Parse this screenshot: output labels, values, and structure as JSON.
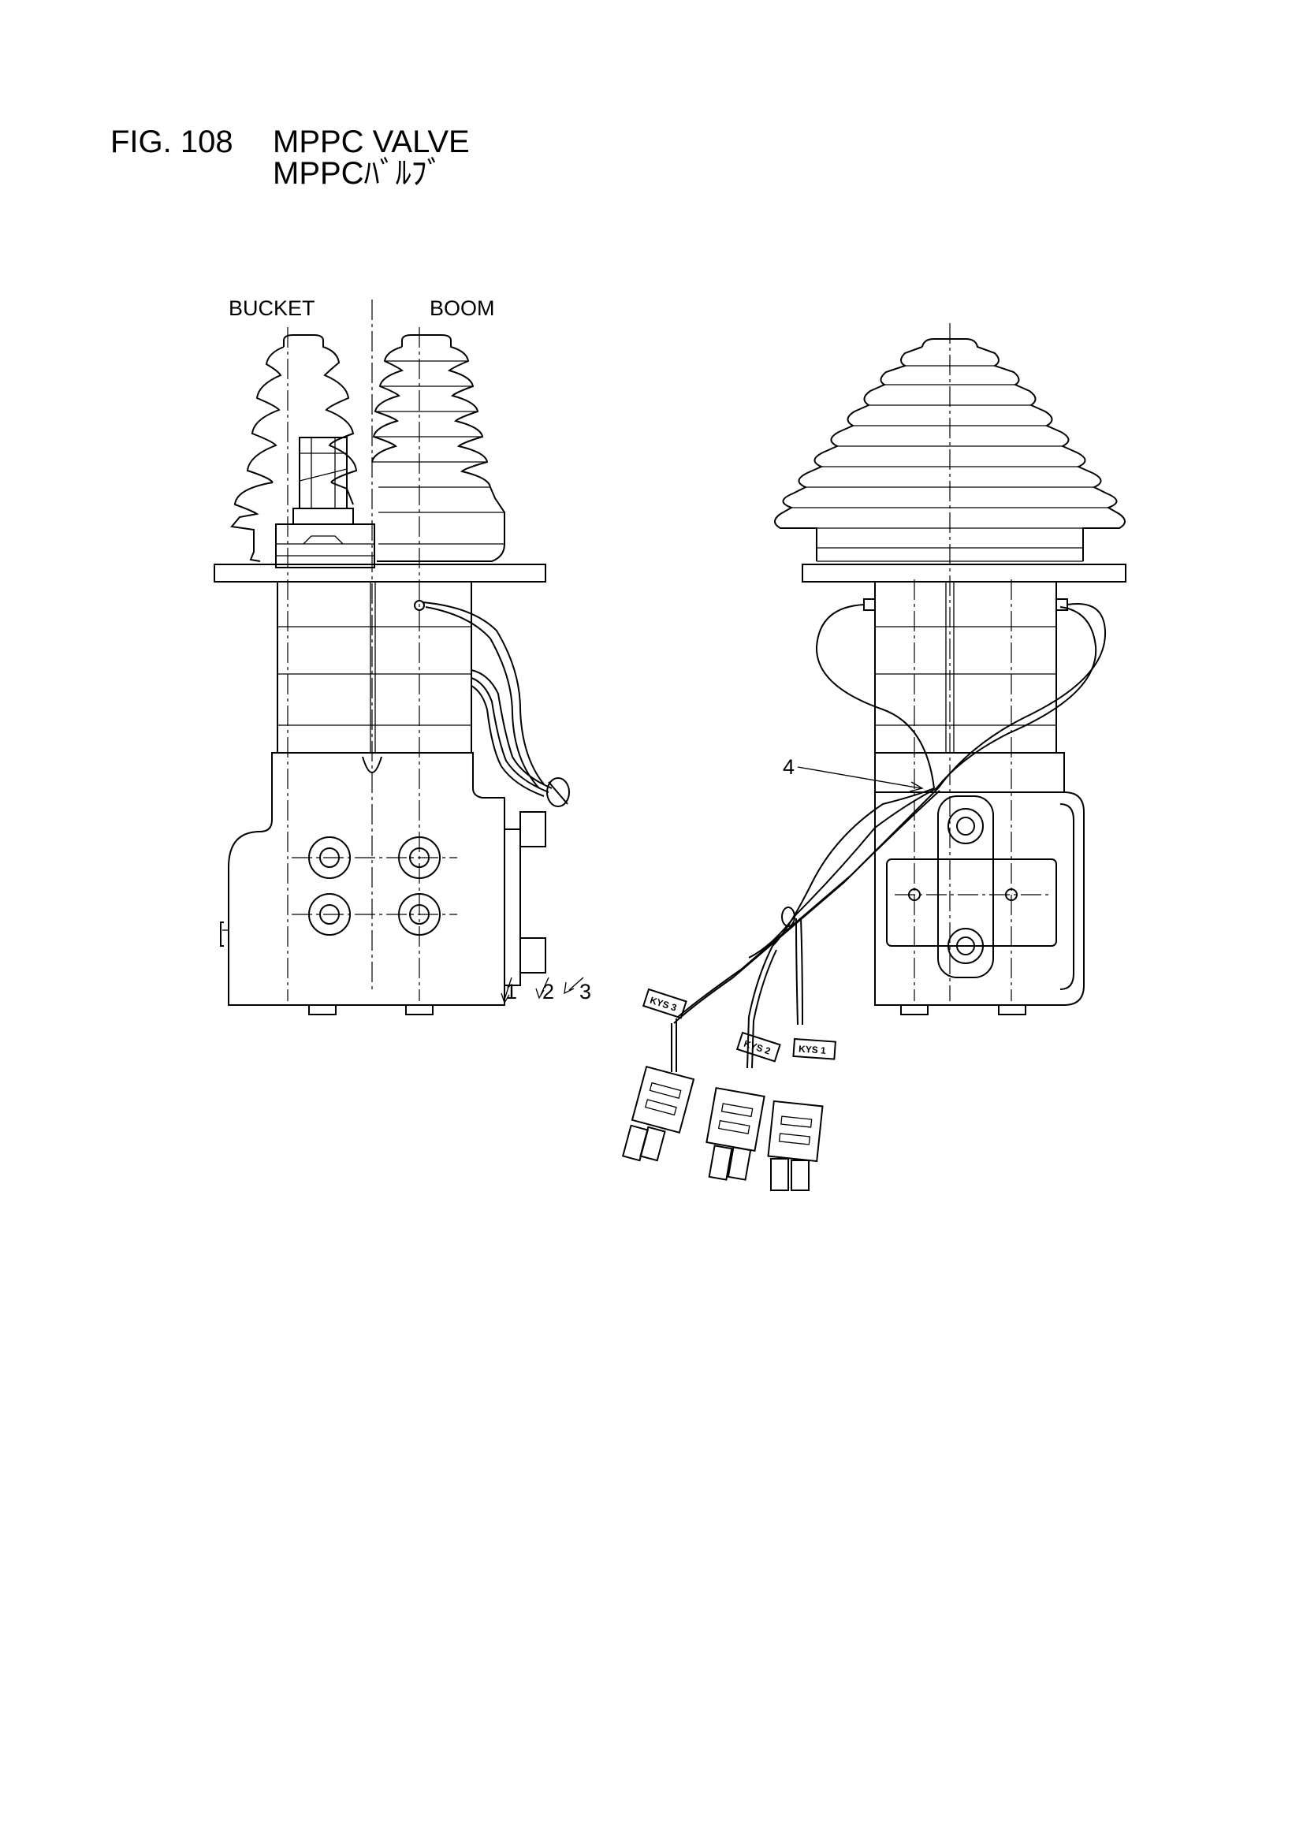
{
  "header": {
    "fig_number": "FIG. 108",
    "title_en": "MPPC VALVE",
    "title_jp": "MPPCﾊﾞﾙﾌﾞ"
  },
  "views": {
    "left": {
      "label_bucket": "BUCKET",
      "label_boom": "BOOM"
    }
  },
  "callouts": [
    "1",
    "2",
    "3",
    "4"
  ],
  "wire_tags": [
    "KYS 3",
    "KYS 2",
    "KYS 1"
  ]
}
